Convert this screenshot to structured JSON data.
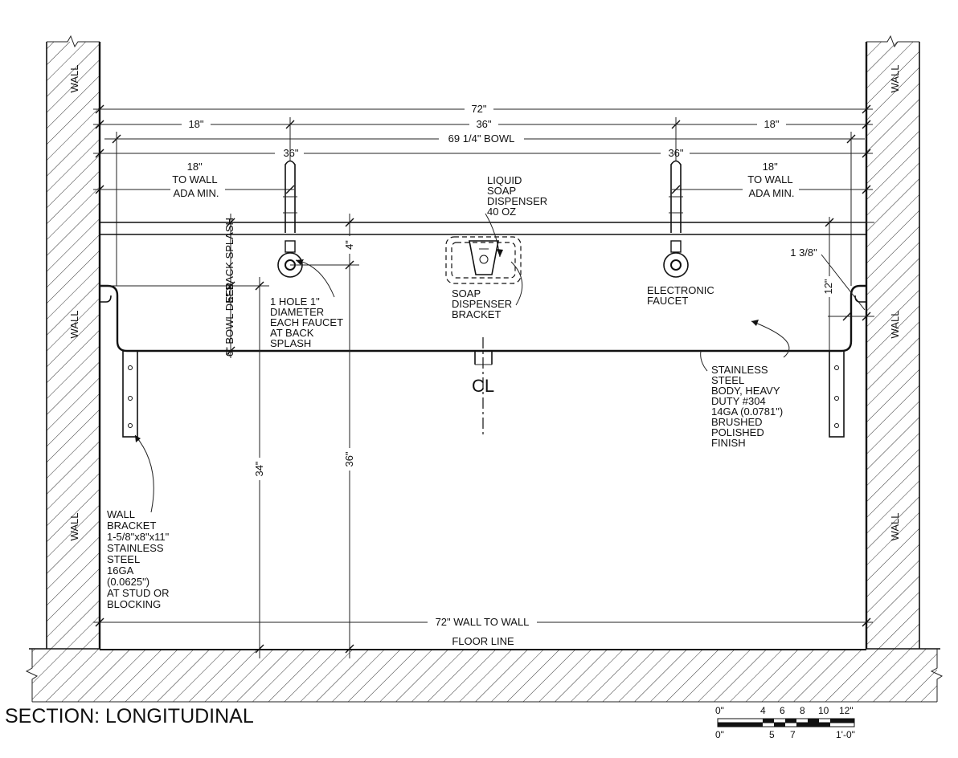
{
  "title": "SECTION: LONGITUDINAL",
  "walls": {
    "left_labels": [
      "WALL",
      "WALL",
      "WALL"
    ],
    "right_labels": [
      "WALL",
      "WALL",
      "WALL"
    ]
  },
  "dimensions": {
    "overall": "72\"",
    "left_offset": "18\"",
    "center_span": "36\"",
    "right_offset": "18\"",
    "bowl": "69 1/4\" BOWL",
    "faucet_left_height": "36\"",
    "faucet_right_height": "36\"",
    "backsplash_height": "5\" BACK SPLASH",
    "bowl_depth": "6\" BOWL DEEP",
    "faucet_above_bowl": "4\"",
    "rim_height": "34\"",
    "faucet_floor_height": "36\"",
    "rim_return": "1 3/8\"",
    "side_height": "12\"",
    "wall_to_wall": "72\" WALL TO WALL"
  },
  "notes": {
    "ada_left": [
      "18\"",
      "TO WALL",
      "ADA MIN."
    ],
    "ada_right": [
      "18\"",
      "TO WALL",
      "ADA MIN."
    ],
    "soap_dispenser": [
      "LIQUID",
      "SOAP",
      "DISPENSER",
      "40 OZ"
    ],
    "soap_bracket": [
      "SOAP",
      "DISPENSER",
      "BRACKET"
    ],
    "faucet_hole": [
      "1 HOLE 1\"",
      "DIAMETER",
      "EACH FAUCET",
      "AT BACK",
      "SPLASH"
    ],
    "electronic_faucet": [
      "ELECTRONIC",
      "FAUCET"
    ],
    "body": [
      "STAINLESS",
      "STEEL",
      "BODY, HEAVY",
      "DUTY #304",
      "14GA (0.0781\")",
      "BRUSHED",
      "POLISHED",
      "FINISH"
    ],
    "wall_bracket": [
      "WALL",
      "BRACKET",
      "1-5/8\"x8\"x11\"",
      "STAINLESS",
      "STEEL",
      "16GA",
      "(0.0625\")",
      "AT STUD OR",
      "BLOCKING"
    ],
    "floor_line": "FLOOR LINE",
    "centerline": "CL"
  },
  "scale_bar": {
    "top_labels": [
      "0\"",
      "4",
      "6",
      "8",
      "10",
      "12\""
    ],
    "bottom_labels": [
      "0\"",
      "5",
      "7",
      "1'-0\""
    ]
  }
}
